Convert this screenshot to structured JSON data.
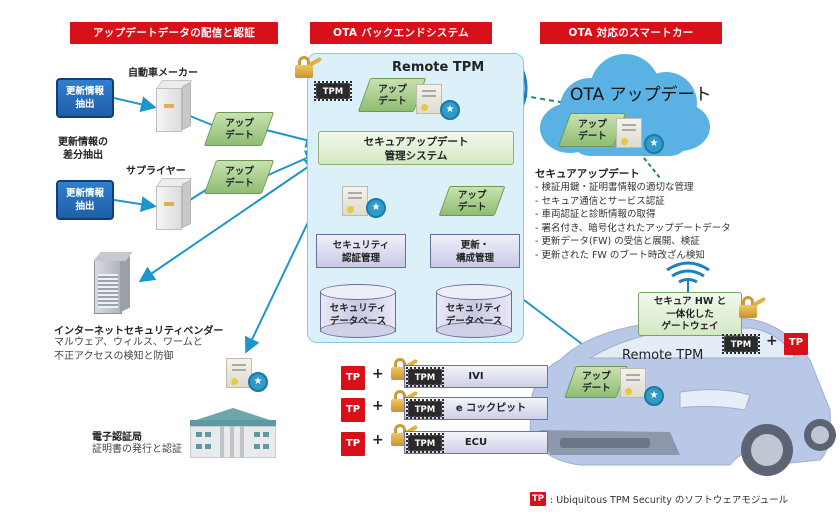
{
  "headers": {
    "left": "アップデートデータの配信と認証",
    "middle": "OTA バックエンドシステム",
    "right": "OTA 対応のスマートカー"
  },
  "left": {
    "extract_box_1": [
      "更新情報",
      "抽出"
    ],
    "extract_box_2": [
      "更新情報",
      "抽出"
    ],
    "diff_label": [
      "更新情報の",
      "差分抽出"
    ],
    "maker_label": "自動車メーカー",
    "supplier_label": "サプライヤー",
    "update_1": [
      "アップ",
      "デート"
    ],
    "update_2": [
      "アップ",
      "デート"
    ],
    "vendor": {
      "title": "インターネットセキュリティベンダー",
      "desc": [
        "マルウェア、ウィルス、ワームと",
        "不正アクセスの検知と防御"
      ]
    },
    "ca": {
      "title": "電子認証局",
      "desc": "証明書の発行と認証"
    }
  },
  "backend": {
    "title": "Remote TPM",
    "tpm_label": "TPM",
    "top_update": [
      "アップ",
      "デート"
    ],
    "mgmt_system": [
      "セキュアアップデート",
      "管理システム"
    ],
    "right_update": [
      "アップ",
      "デート"
    ],
    "security_auth": [
      "セキュリティ",
      "認証管理"
    ],
    "update_config": [
      "更新・",
      "構成管理"
    ],
    "db_left": [
      "セキュリティ",
      "データベース"
    ],
    "db_right": [
      "セキュリティ",
      "データベース"
    ]
  },
  "car": {
    "cloud_title": "OTA アップデート",
    "cloud_update": [
      "アップ",
      "デート"
    ],
    "secure_update_title": "セキュアアップデート",
    "secure_update_items": [
      "- 検証用鍵・証明書情報の適切な管理",
      "- セキュア通信とサービス認証",
      "- 車両認証と診断情報の取得",
      "- 署名付き、暗号化されたアップデートデータ",
      "- 更新データ(FW) の受信と展開、検証",
      "- 更新された FW のブート時改ざん検知"
    ],
    "gateway": [
      "セキュア HW と",
      "一体化した",
      "ゲートウェイ"
    ],
    "remote_tpm": "Remote TPM",
    "car_update": [
      "アップ",
      "デート"
    ],
    "tpm_label": "TPM",
    "tp_label": "TP",
    "plus": "+",
    "ecus": [
      {
        "tp": "TP",
        "plus": "+",
        "tpm": "TPM",
        "name": "IVI"
      },
      {
        "tp": "TP",
        "plus": "+",
        "tpm": "TPM",
        "name": "e コックピット"
      },
      {
        "tp": "TP",
        "plus": "+",
        "tpm": "TPM",
        "name": "ECU"
      }
    ]
  },
  "legend": {
    "badge": "TP",
    "text": ": Ubiquitous TPM Security のソフトウェアモジュール"
  },
  "colors": {
    "header_red": "#d7101a",
    "arrow_blue": "#1e96cc",
    "dashed_green": "#1f8a5a",
    "panel_bg": "#dcf0fa",
    "update_green": "#a8d08c"
  }
}
